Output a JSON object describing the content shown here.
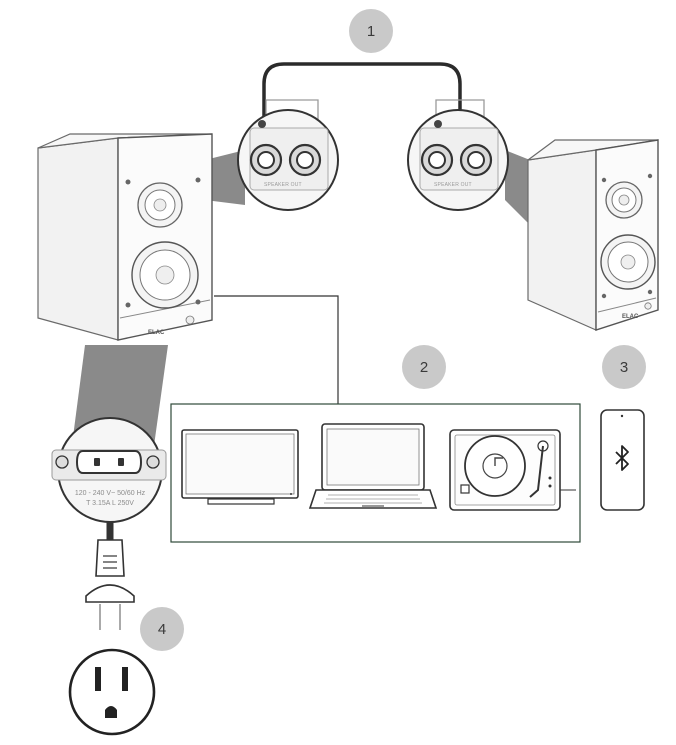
{
  "steps": [
    "1",
    "2",
    "3",
    "4"
  ],
  "connector_label": "SPEAKER OUT",
  "power_spec": {
    "line1": "120 - 240 V~ 50/60 Hz",
    "line2": "T 3.15A L 250V"
  },
  "brand": "ELAC",
  "icons": {
    "bluetooth": "bluetooth-icon",
    "tv": "tv-icon",
    "laptop": "laptop-icon",
    "turntable": "turntable-icon",
    "phone": "smartphone-icon",
    "plug": "power-plug-icon",
    "outlet": "wall-outlet-icon"
  },
  "colors": {
    "badge": "#c9c9c9",
    "cable": "#2b2b2b",
    "zoom_cone": "#8a8a8a",
    "frame": "#2f4a3a"
  }
}
